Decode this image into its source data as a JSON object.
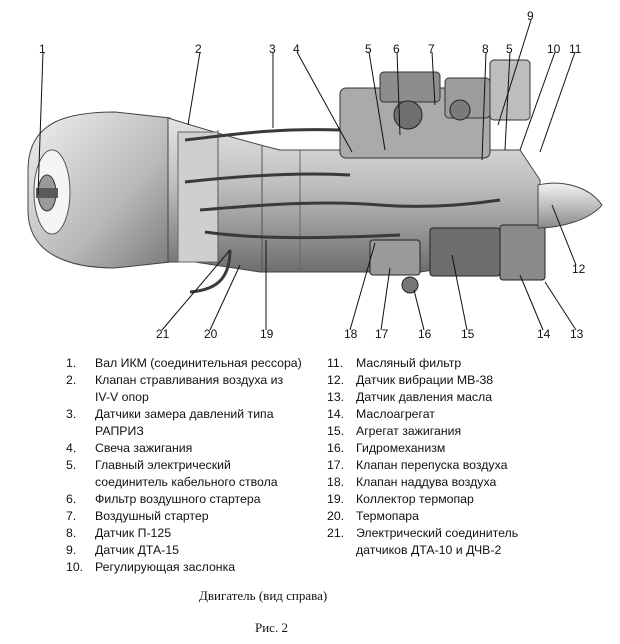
{
  "callouts": [
    "1",
    "2",
    "3",
    "4",
    "5",
    "6",
    "7",
    "8",
    "5",
    "10",
    "11",
    "9",
    "12",
    "13",
    "14",
    "15",
    "16",
    "17",
    "18",
    "19",
    "20",
    "21"
  ],
  "legend_left": [
    {
      "num": "1.",
      "text": "Вал ИКМ (соединительная рессора)"
    },
    {
      "num": "2.",
      "text": "Клапан стравливания воздуха  из\nIV-V опор"
    },
    {
      "num": "3.",
      "text": "Датчики замера давлений типа\nРАПРИЗ"
    },
    {
      "num": "4.",
      "text": "Свеча зажигания"
    },
    {
      "num": "5.",
      "text": "Главный электрический\nсоединитель кабельного ствола"
    },
    {
      "num": "6.",
      "text": "Фильтр воздушного стартера"
    },
    {
      "num": "7.",
      "text": "Воздушный стартер"
    },
    {
      "num": "8.",
      "text": "Датчик П-125"
    },
    {
      "num": "9.",
      "text": "Датчик ДТА-15"
    },
    {
      "num": "10.",
      "text": "Регулирующая заслонка"
    }
  ],
  "legend_right": [
    {
      "num": "11.",
      "text": "Масляный фильтр"
    },
    {
      "num": "12.",
      "text": "Датчик вибрации МВ-38"
    },
    {
      "num": "13.",
      "text": "Датчик давления масла"
    },
    {
      "num": "14.",
      "text": "Маслоагрегат"
    },
    {
      "num": "15.",
      "text": "Агрегат зажигания"
    },
    {
      "num": "16.",
      "text": "Гидромеханизм"
    },
    {
      "num": "17.",
      "text": "Клапан перепуска воздуха"
    },
    {
      "num": "18.",
      "text": "Клапан наддува воздуха"
    },
    {
      "num": "19.",
      "text": "Коллектор термопар"
    },
    {
      "num": "20.",
      "text": "Термопара"
    },
    {
      "num": "21.",
      "text": "Электрический соединитель\nдатчиков ДТА-10 и ДЧВ-2"
    }
  ],
  "caption": "Двигатель (вид справа)",
  "figure_label": "Рис. 2"
}
